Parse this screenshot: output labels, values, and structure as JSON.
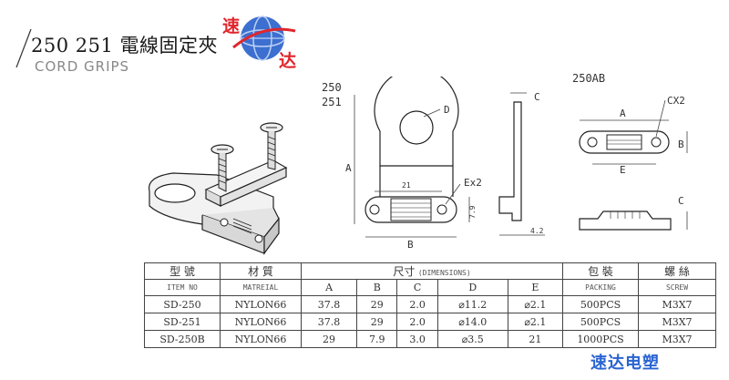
{
  "header": {
    "title": "250 251 電線固定夾",
    "subtitle": "CORD GRIPS"
  },
  "logo": {
    "char_top": "速",
    "char_bottom": "达"
  },
  "drawings": {
    "label_250": "250",
    "label_251": "251",
    "label_250ab": "250AB",
    "dim_A": "A",
    "dim_B": "B",
    "dim_C": "C",
    "dim_D": "D",
    "dim_E": "E",
    "dim_Ex2": "Ex2",
    "dim_CX2": "CX2",
    "dim_21": "21",
    "dim_79": "7.9",
    "dim_42": "4.2"
  },
  "table": {
    "col_type": "型 號",
    "col_type_en": "ITEM NO",
    "col_material": "材 質",
    "col_material_en": "MATREIAL",
    "col_size": "尺寸",
    "col_size_en": "(DIMENSIONS)",
    "col_packing": "包 裝",
    "col_packing_en": "PACKING",
    "col_screw": "螺 絲",
    "col_screw_en": "SCREW",
    "dims": [
      "A",
      "B",
      "C",
      "D",
      "E"
    ],
    "rows": [
      {
        "item": "SD-250",
        "material": "NYLON66",
        "a": "37.8",
        "b": "29",
        "c": "2.0",
        "d": "⌀11.2",
        "e": "⌀2.1",
        "packing": "500PCS",
        "screw": "M3X7"
      },
      {
        "item": "SD-251",
        "material": "NYLON66",
        "a": "37.8",
        "b": "29",
        "c": "2.0",
        "d": "⌀14.0",
        "e": "⌀2.1",
        "packing": "500PCS",
        "screw": "M3X7"
      },
      {
        "item": "SD-250B",
        "material": "NYLON66",
        "a": "29",
        "b": "7.9",
        "c": "3.0",
        "d": "⌀3.5",
        "e": "21",
        "packing": "1000PCS",
        "screw": "M3X7"
      }
    ]
  },
  "watermark": "速达电塑"
}
